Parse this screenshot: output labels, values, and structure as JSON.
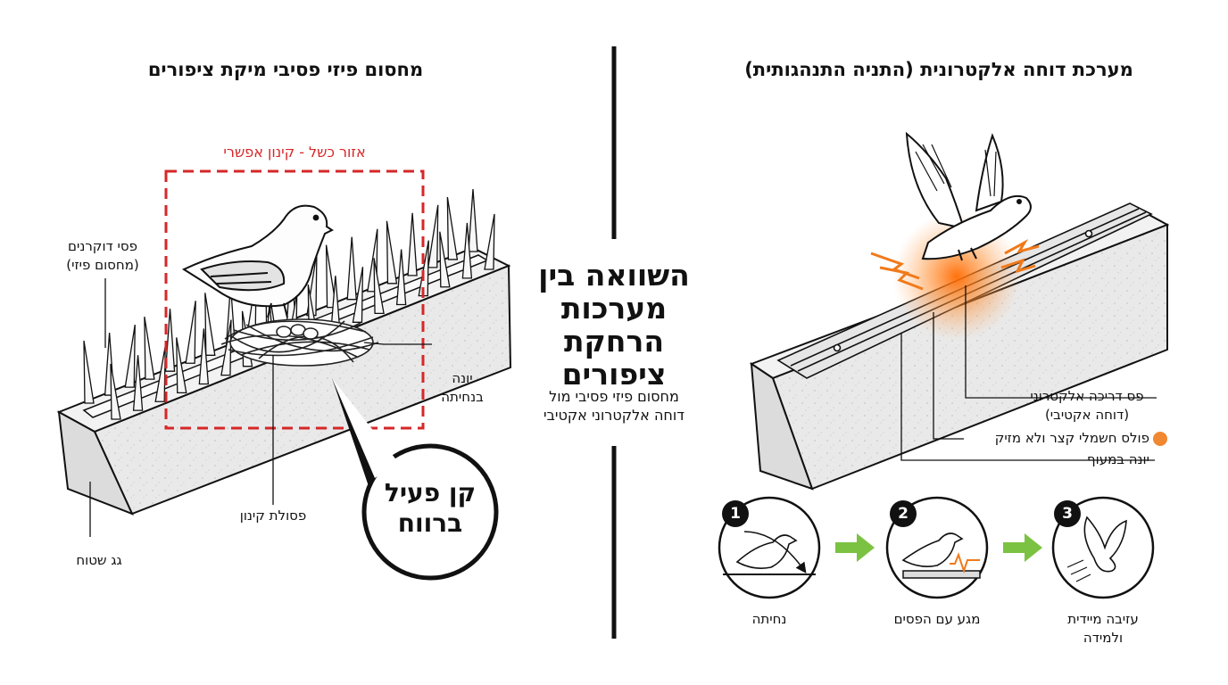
{
  "center": {
    "title_lines": [
      "השוואה בין",
      "מערכות",
      "הרחקת",
      "ציפורים"
    ],
    "subtitle_lines": [
      "מחסום פיזי פסיבי מול",
      "דוחה אלקטרוני אקטיבי"
    ]
  },
  "left_panel": {
    "title": "מחסום פיזי פסיבי מיקת ציפורים",
    "failure_zone_label": "אזור כשל - קינון אפשרי",
    "spikes_label_lines": [
      "פסי דוקרנים",
      "(מחסום פיזי)"
    ],
    "pigeon_label_lines": [
      "יונה",
      "בנחיתה"
    ],
    "nest_debris_label": "פסולת קינון",
    "flat_roof_label": "גג שטוח",
    "bubble_lines": [
      "קן פעיל",
      "ברווח"
    ]
  },
  "right_panel": {
    "title": "מערכת דוחה אלקטרונית (התניה התנהגותית)",
    "rail_label_lines": [
      "פס דריכה אלקטרוני",
      "(דוחה אקטיבי)"
    ],
    "pulse_label": "פולס חשמלי קצר ולא מזיק",
    "flying_label": "יונה במעוף",
    "steps": [
      {
        "number": "1",
        "label_lines": [
          "נחיתה"
        ]
      },
      {
        "number": "2",
        "label_lines": [
          "מגע עם הפסים"
        ]
      },
      {
        "number": "3",
        "label_lines": [
          "עזיבה מיידית",
          "ולמידה"
        ]
      }
    ]
  },
  "colors": {
    "failure_red": "#d62728",
    "pulse_orange": "#f07a1a",
    "arrow_green": "#7cc242",
    "ink": "#111111"
  }
}
